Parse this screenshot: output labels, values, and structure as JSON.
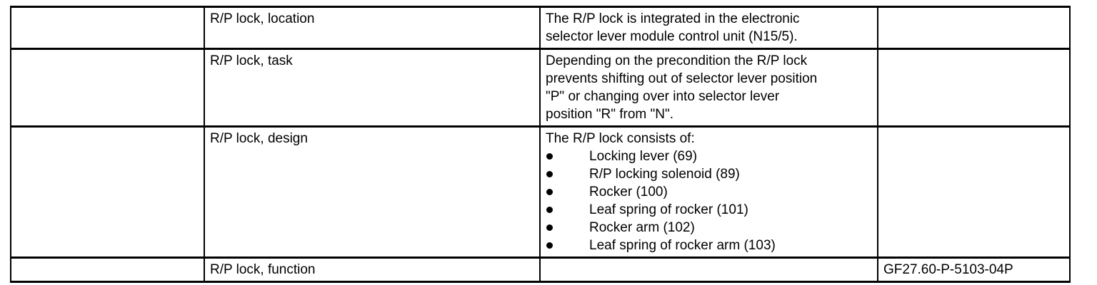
{
  "colors": {
    "border": "#000000",
    "text": "#000000",
    "background": "#ffffff"
  },
  "table": {
    "rows": [
      {
        "label": "R/P lock, location",
        "lines": [
          "The R/P lock is integrated in the electronic",
          "selector lever module control unit (N15/5)."
        ],
        "code": ""
      },
      {
        "label": "R/P lock, task",
        "lines": [
          "Depending on the precondition the R/P lock",
          "prevents shifting out of selector lever position",
          "\"P\" or changing over into selector lever",
          "position \"R\" from \"N\"."
        ],
        "code": ""
      },
      {
        "label": "R/P lock, design",
        "intro": "The R/P lock consists of:",
        "bullets": [
          "Locking lever (69)",
          "R/P locking solenoid (89)",
          "Rocker (100)",
          "Leaf spring of rocker (101)",
          "Rocker arm (102)",
          "Leaf spring of rocker arm (103)"
        ],
        "code": ""
      },
      {
        "label": "R/P lock, function",
        "lines": [],
        "code": "GF27.60-P-5103-04P"
      }
    ]
  }
}
